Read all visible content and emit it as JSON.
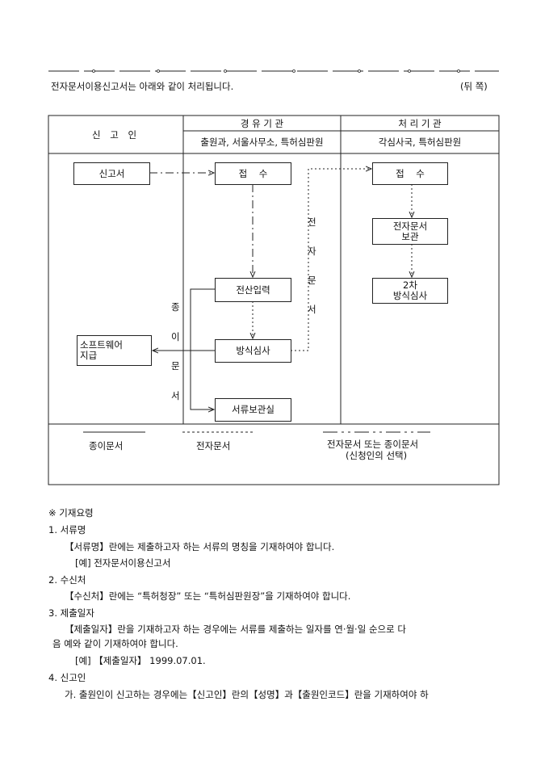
{
  "header": {
    "intro": "전자문서이용신고서는 아래와 같이 처리됩니다.",
    "page_side": "(뒤 쪽)"
  },
  "table": {
    "col1": "신 고 인",
    "col2_title": "경 유 기 관",
    "col2_sub": "출원과, 서울사무소, 특허심판원",
    "col3_title": "처 리 기 관",
    "col3_sub": "각심사국, 특허심판원"
  },
  "flow": {
    "report": "신고서",
    "receive1": "접    수",
    "input": "전산입력",
    "format_check": "방식심사",
    "archive": "서류보관실",
    "software": [
      "소프트웨어",
      "지급"
    ],
    "receive2": "접    수",
    "e_storage": [
      "전자문서",
      "보관"
    ],
    "second_check": [
      "2차",
      "방식심사"
    ],
    "vertical_electronic": [
      "전",
      "자",
      "문",
      "서"
    ],
    "vertical_paper": [
      "종",
      "이",
      "문",
      "서"
    ]
  },
  "legend": {
    "paper": "종이문서",
    "electronic": "전자문서",
    "either": "전자문서 또는 종이문서",
    "either_note": "(신청인의 선택)"
  },
  "instructions": [
    "※ 기재요령",
    "1. 서류명",
    "【서류명】란에는 제출하고자 하는 서류의 명칭을 기재하여야 합니다.",
    "[예] 전자문서이용신고서",
    "2. 수신처",
    "【수신처】란에는 “특허청장” 또는 “특허심판원장”을 기재하여야 합니다.",
    "3. 제출일자",
    "【제출일자】란을 기재하고자 하는 경우에는 서류를 제출하는 일자를 연·월·일 순으로 다",
    "음 예와 같이 기재하여야 합니다.",
    "[예] 【제출일자】 1999.07.01.",
    "4. 신고인",
    "가. 출원인이 신고하는 경우에는【신고인】란의【성명】과【출원인코드】란을 기재하여야 하"
  ]
}
